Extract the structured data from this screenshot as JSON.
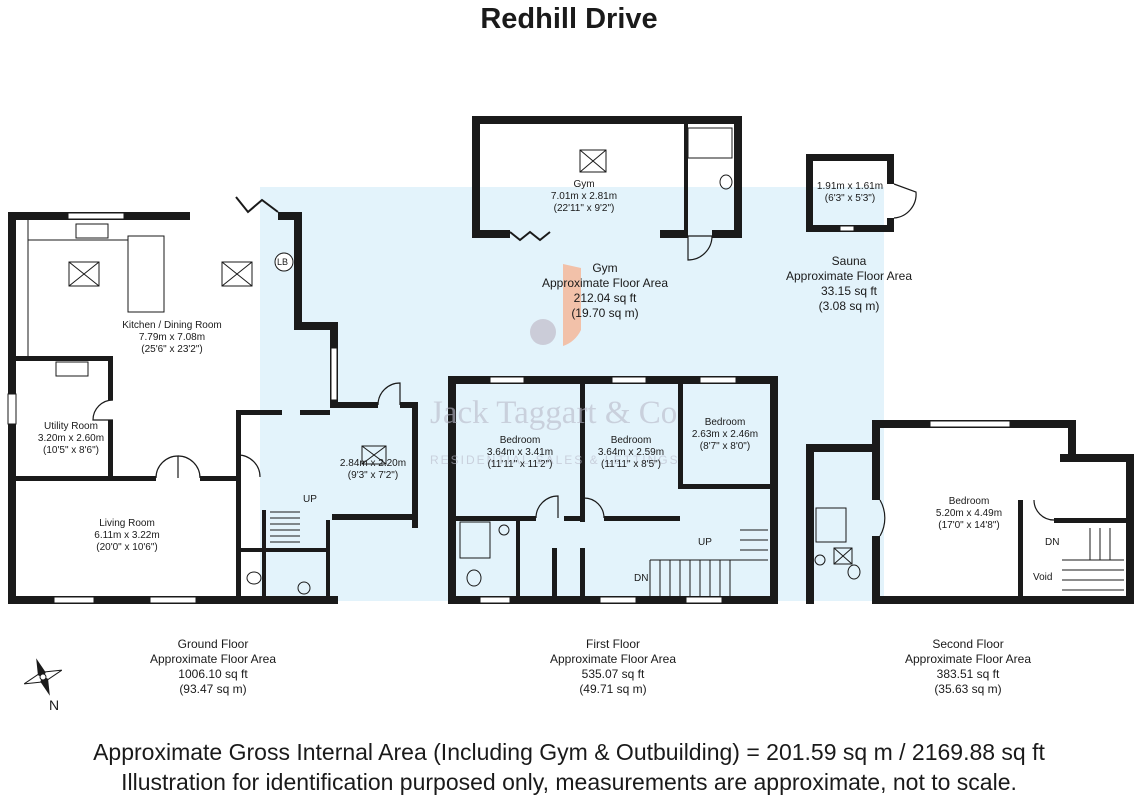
{
  "title": "Redhill Drive",
  "rooms": {
    "gym": {
      "name": "Gym",
      "dims": "7.01m x 2.81m",
      "imperial": "(22'11\" x 9'2\")"
    },
    "sauna_room": {
      "dims": "1.91m x 1.61m",
      "imperial": "(6'3\" x 5'3\")"
    },
    "kitchen": {
      "name": "Kitchen / Dining Room",
      "dims": "7.79m x 7.08m",
      "imperial": "(25'6\" x 23'2\")"
    },
    "utility": {
      "name": "Utility Room",
      "dims": "3.20m x 2.60m",
      "imperial": "(10'5\" x 8'6\")"
    },
    "living": {
      "name": "Living Room",
      "dims": "6.11m x 3.22m",
      "imperial": "(20'0\" x 10'6\")"
    },
    "hall_room": {
      "dims": "2.84m x 2.20m",
      "imperial": "(9'3\" x 7'2\")"
    },
    "bedroom1": {
      "name": "Bedroom",
      "dims": "3.64m x 3.41m",
      "imperial": "(11'11\" x 11'2\")"
    },
    "bedroom2": {
      "name": "Bedroom",
      "dims": "3.64m x 2.59m",
      "imperial": "(11'11\" x 8'5\")"
    },
    "bedroom3": {
      "name": "Bedroom",
      "dims": "2.63m x 2.46m",
      "imperial": "(8'7\" x 8'0\")"
    },
    "bedroom4": {
      "name": "Bedroom",
      "dims": "5.20m x 4.49m",
      "imperial": "(17'0\" x 14'8\")"
    }
  },
  "markers": {
    "lb": "LB",
    "up_ground": "UP",
    "up_first": "UP",
    "dn_first": "DN",
    "dn_second": "DN",
    "void": "Void"
  },
  "areas": {
    "gym": {
      "name": "Gym",
      "label": "Approximate Floor Area",
      "sqft": "212.04 sq ft",
      "sqm": "(19.70 sq m)"
    },
    "sauna": {
      "name": "Sauna",
      "label": "Approximate Floor Area",
      "sqft": "33.15 sq ft",
      "sqm": "(3.08 sq m)"
    },
    "ground": {
      "name": "Ground Floor",
      "label": "Approximate Floor Area",
      "sqft": "1006.10 sq ft",
      "sqm": "(93.47 sq m)"
    },
    "first": {
      "name": "First Floor",
      "label": "Approximate Floor Area",
      "sqft": "535.07 sq ft",
      "sqm": "(49.71 sq m)"
    },
    "second": {
      "name": "Second Floor",
      "label": "Approximate Floor Area",
      "sqft": "383.51 sq ft",
      "sqm": "(35.63 sq m)"
    }
  },
  "compass": {
    "north": "N"
  },
  "watermark": {
    "brand": "Jack Taggart & Co",
    "tagline": "RESIDENTIAL SALES & LETTINGS"
  },
  "footer": {
    "line1": "Approximate Gross Internal Area (Including Gym & Outbuilding) = 201.59 sq m / 2169.88 sq ft",
    "line2": "Illustration for identification purposed only, measurements are approximate, not to scale."
  },
  "colors": {
    "wall": "#1a1a1a",
    "highlight": "#e3f3fb",
    "watermark": "#b9b9c9",
    "logo_orange": "#f5b79a",
    "logo_grey": "#c8c8d4"
  }
}
